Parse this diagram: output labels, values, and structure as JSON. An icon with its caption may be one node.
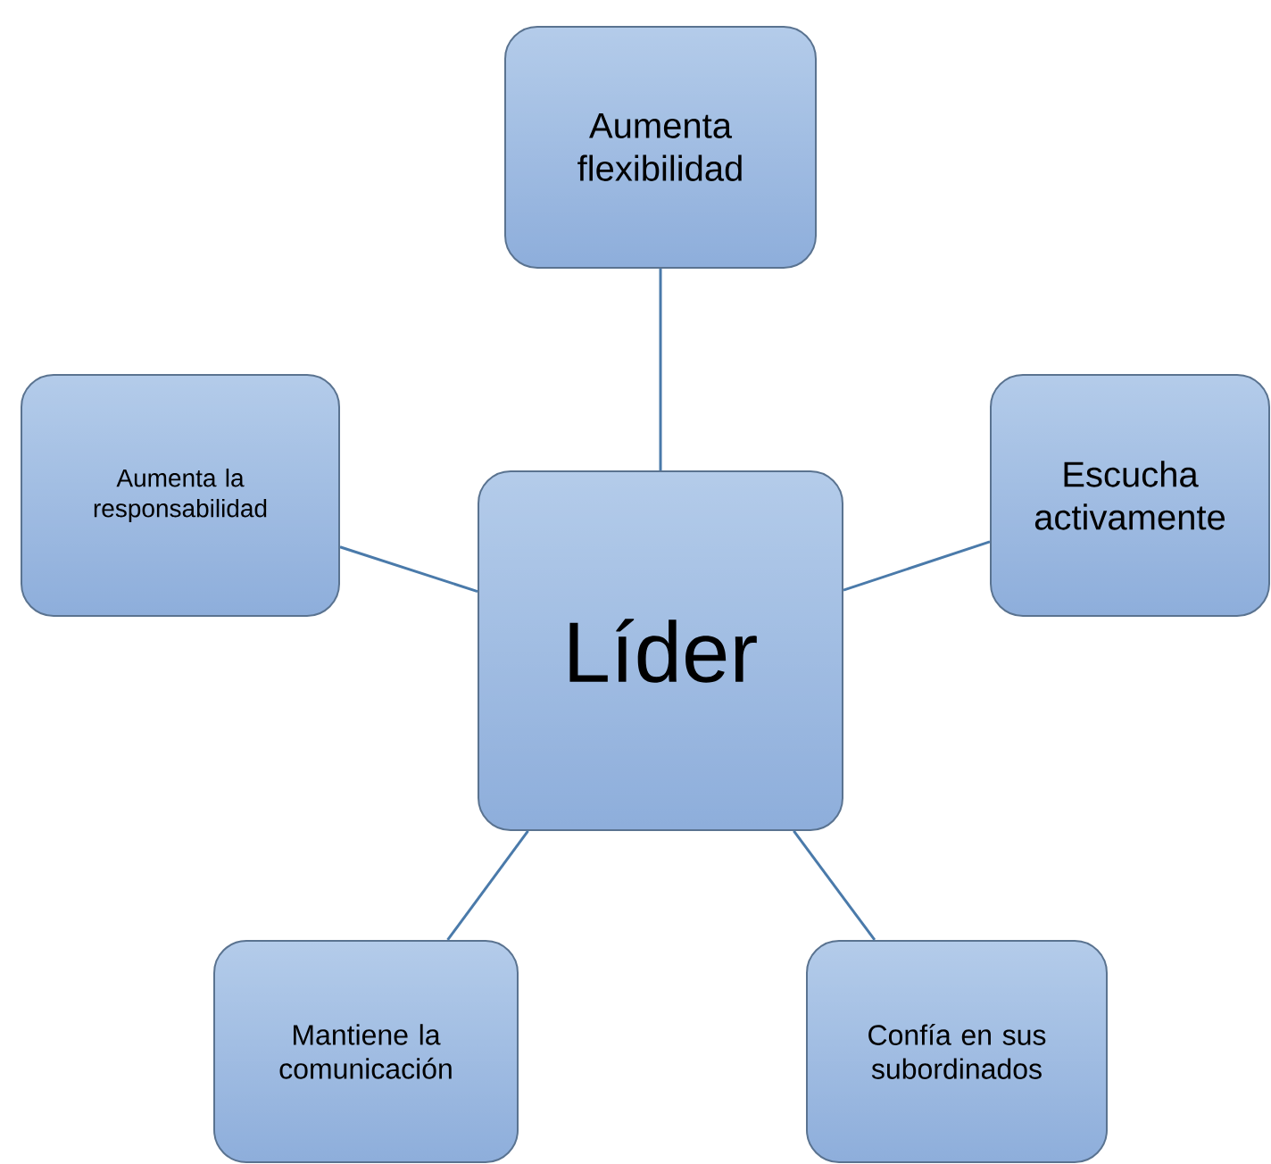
{
  "diagram": {
    "nodes": [
      {
        "text": [
          "Líder"
        ]
      },
      {
        "text": [
          "Aumenta flexibilidad"
        ]
      },
      {
        "text": [
          "Aumenta la responsabilidad"
        ]
      },
      {
        "text": [
          "Escucha activamente"
        ]
      },
      {
        "text": [
          "Mantiene la comunicación"
        ]
      },
      {
        "text": [
          "Confía en sus subordinados"
        ]
      }
    ],
    "edges": [
      {
        "from": 0,
        "to": 1,
        "arrow": "none"
      },
      {
        "from": 0,
        "to": 2,
        "arrow": "none"
      },
      {
        "from": 0,
        "to": 3,
        "arrow": "none"
      },
      {
        "from": 0,
        "to": 4,
        "arrow": "none"
      },
      {
        "from": 0,
        "to": 5,
        "arrow": "none"
      }
    ]
  }
}
